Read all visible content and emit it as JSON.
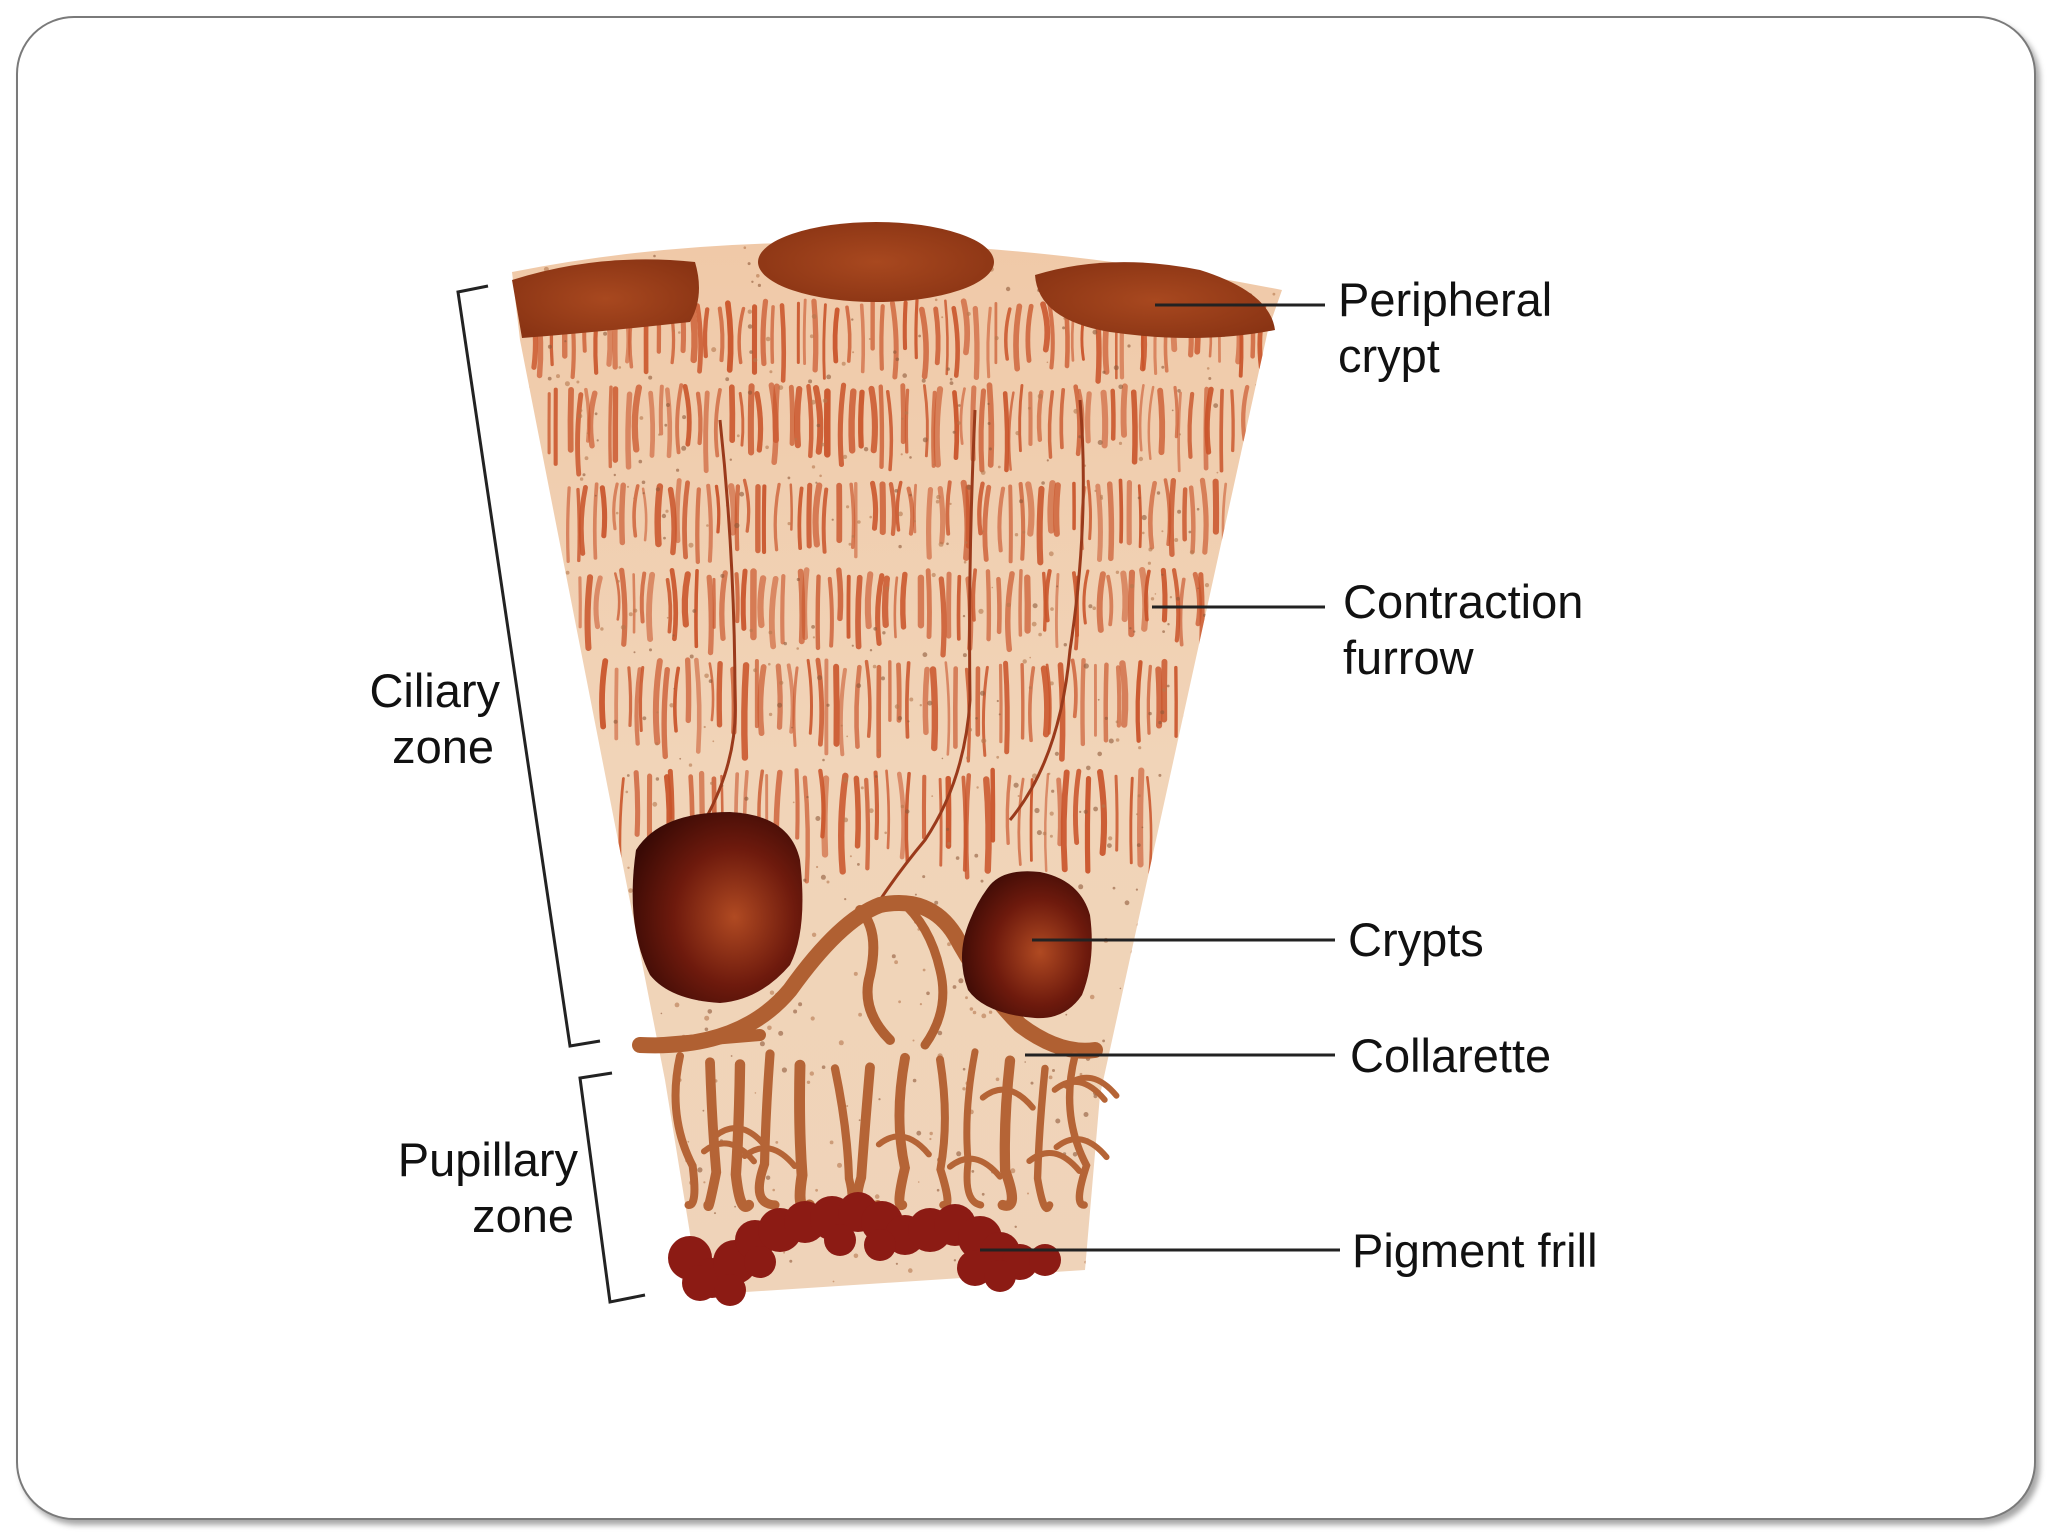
{
  "colors": {
    "frame_border": "#7a7a7a",
    "tissue_background": "#f1d3b6",
    "fiber": "#c9542a",
    "crypt_dark": "#4a0f08",
    "crypt_light": "#a8471c",
    "collarette": "#b06032",
    "pigment_frill": "#8c1b14",
    "leader_line": "#222222"
  },
  "labels": {
    "peripheral_crypt_1": "Peripheral",
    "peripheral_crypt_2": "crypt",
    "contraction_furrow_1": "Contraction",
    "contraction_furrow_2": "furrow",
    "crypts": "Crypts",
    "collarette": "Collarette",
    "pigment_frill": "Pigment frill",
    "ciliary_zone_1": "Ciliary",
    "ciliary_zone_2": "zone",
    "pupillary_zone_1": "Pupillary",
    "pupillary_zone_2": "zone"
  }
}
